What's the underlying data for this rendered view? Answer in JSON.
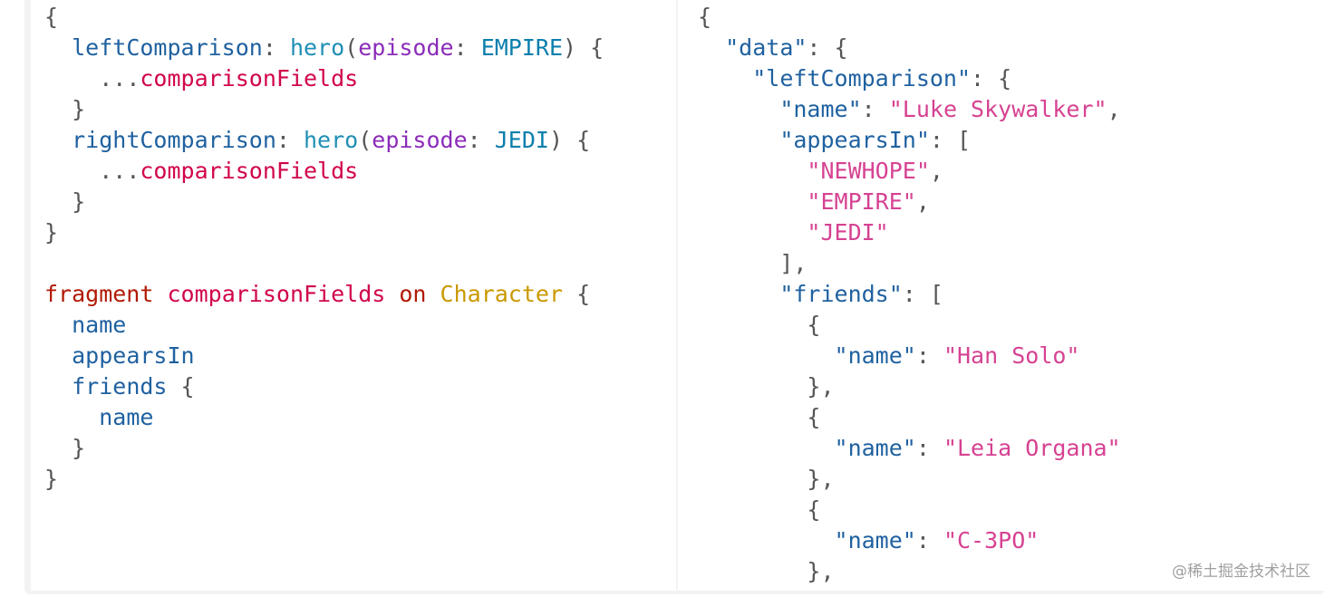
{
  "query_editor": {
    "lines": [
      [
        {
          "t": "{",
          "c": "t-punct"
        }
      ],
      [
        {
          "t": "  ",
          "c": ""
        },
        {
          "t": "leftComparison",
          "c": "t-field"
        },
        {
          "t": ": ",
          "c": "t-punct"
        },
        {
          "t": "hero",
          "c": "t-call"
        },
        {
          "t": "(",
          "c": "t-punct"
        },
        {
          "t": "episode",
          "c": "t-arg"
        },
        {
          "t": ": ",
          "c": "t-punct"
        },
        {
          "t": "EMPIRE",
          "c": "t-enum"
        },
        {
          "t": ") {",
          "c": "t-punct"
        }
      ],
      [
        {
          "t": "    ",
          "c": ""
        },
        {
          "t": "...",
          "c": "t-spread"
        },
        {
          "t": "comparisonFields",
          "c": "t-frag"
        }
      ],
      [
        {
          "t": "  }",
          "c": "t-punct"
        }
      ],
      [
        {
          "t": "  ",
          "c": ""
        },
        {
          "t": "rightComparison",
          "c": "t-field"
        },
        {
          "t": ": ",
          "c": "t-punct"
        },
        {
          "t": "hero",
          "c": "t-call"
        },
        {
          "t": "(",
          "c": "t-punct"
        },
        {
          "t": "episode",
          "c": "t-arg"
        },
        {
          "t": ": ",
          "c": "t-punct"
        },
        {
          "t": "JEDI",
          "c": "t-enum"
        },
        {
          "t": ") {",
          "c": "t-punct"
        }
      ],
      [
        {
          "t": "    ",
          "c": ""
        },
        {
          "t": "...",
          "c": "t-spread"
        },
        {
          "t": "comparisonFields",
          "c": "t-frag"
        }
      ],
      [
        {
          "t": "  }",
          "c": "t-punct"
        }
      ],
      [
        {
          "t": "}",
          "c": "t-punct"
        }
      ],
      [],
      [
        {
          "t": "fragment",
          "c": "t-kw"
        },
        {
          "t": " ",
          "c": ""
        },
        {
          "t": "comparisonFields",
          "c": "t-frag"
        },
        {
          "t": " ",
          "c": ""
        },
        {
          "t": "on",
          "c": "t-kw"
        },
        {
          "t": " ",
          "c": ""
        },
        {
          "t": "Character",
          "c": "t-type"
        },
        {
          "t": " {",
          "c": "t-punct"
        }
      ],
      [
        {
          "t": "  ",
          "c": ""
        },
        {
          "t": "name",
          "c": "t-field"
        }
      ],
      [
        {
          "t": "  ",
          "c": ""
        },
        {
          "t": "appearsIn",
          "c": "t-field"
        }
      ],
      [
        {
          "t": "  ",
          "c": ""
        },
        {
          "t": "friends",
          "c": "t-field"
        },
        {
          "t": " {",
          "c": "t-punct"
        }
      ],
      [
        {
          "t": "    ",
          "c": ""
        },
        {
          "t": "name",
          "c": "t-field"
        }
      ],
      [
        {
          "t": "  }",
          "c": "t-punct"
        }
      ],
      [
        {
          "t": "}",
          "c": "t-punct"
        }
      ]
    ]
  },
  "result_viewer": {
    "lines": [
      [
        {
          "t": "{",
          "c": "t-punct"
        }
      ],
      [
        {
          "t": "  ",
          "c": ""
        },
        {
          "t": "\"data\"",
          "c": "t-key"
        },
        {
          "t": ": {",
          "c": "t-punct"
        }
      ],
      [
        {
          "t": "    ",
          "c": ""
        },
        {
          "t": "\"leftComparison\"",
          "c": "t-key"
        },
        {
          "t": ": {",
          "c": "t-punct"
        }
      ],
      [
        {
          "t": "      ",
          "c": ""
        },
        {
          "t": "\"name\"",
          "c": "t-key"
        },
        {
          "t": ": ",
          "c": "t-punct"
        },
        {
          "t": "\"Luke Skywalker\"",
          "c": "t-str"
        },
        {
          "t": ",",
          "c": "t-punct"
        }
      ],
      [
        {
          "t": "      ",
          "c": ""
        },
        {
          "t": "\"appearsIn\"",
          "c": "t-key"
        },
        {
          "t": ": [",
          "c": "t-punct"
        }
      ],
      [
        {
          "t": "        ",
          "c": ""
        },
        {
          "t": "\"NEWHOPE\"",
          "c": "t-str"
        },
        {
          "t": ",",
          "c": "t-punct"
        }
      ],
      [
        {
          "t": "        ",
          "c": ""
        },
        {
          "t": "\"EMPIRE\"",
          "c": "t-str"
        },
        {
          "t": ",",
          "c": "t-punct"
        }
      ],
      [
        {
          "t": "        ",
          "c": ""
        },
        {
          "t": "\"JEDI\"",
          "c": "t-str"
        }
      ],
      [
        {
          "t": "      ],",
          "c": "t-punct"
        }
      ],
      [
        {
          "t": "      ",
          "c": ""
        },
        {
          "t": "\"friends\"",
          "c": "t-key"
        },
        {
          "t": ": [",
          "c": "t-punct"
        }
      ],
      [
        {
          "t": "        {",
          "c": "t-punct"
        }
      ],
      [
        {
          "t": "          ",
          "c": ""
        },
        {
          "t": "\"name\"",
          "c": "t-key"
        },
        {
          "t": ": ",
          "c": "t-punct"
        },
        {
          "t": "\"Han Solo\"",
          "c": "t-str"
        }
      ],
      [
        {
          "t": "        },",
          "c": "t-punct"
        }
      ],
      [
        {
          "t": "        {",
          "c": "t-punct"
        }
      ],
      [
        {
          "t": "          ",
          "c": ""
        },
        {
          "t": "\"name\"",
          "c": "t-key"
        },
        {
          "t": ": ",
          "c": "t-punct"
        },
        {
          "t": "\"Leia Organa\"",
          "c": "t-str"
        }
      ],
      [
        {
          "t": "        },",
          "c": "t-punct"
        }
      ],
      [
        {
          "t": "        {",
          "c": "t-punct"
        }
      ],
      [
        {
          "t": "          ",
          "c": ""
        },
        {
          "t": "\"name\"",
          "c": "t-key"
        },
        {
          "t": ": ",
          "c": "t-punct"
        },
        {
          "t": "\"C-3PO\"",
          "c": "t-str"
        }
      ],
      [
        {
          "t": "        },",
          "c": "t-punct"
        }
      ],
      [
        {
          "t": "        {",
          "c": "t-punct"
        }
      ]
    ]
  },
  "watermark": "@稀土掘金技术社区"
}
